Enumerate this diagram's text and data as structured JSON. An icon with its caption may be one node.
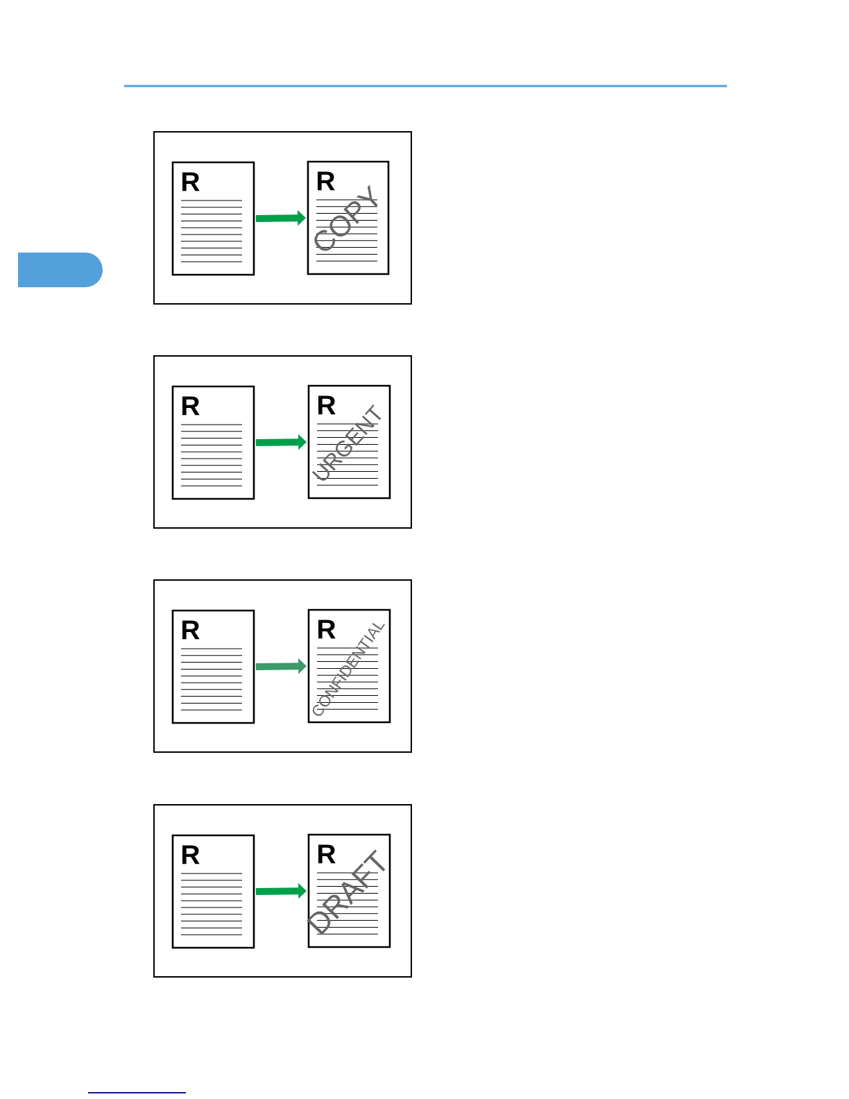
{
  "diagram": {
    "nodes": [
      {
        "text": [],
        "shape": "box"
      },
      {
        "text": [
          "R"
        ],
        "in": 0
      },
      {
        "text": [
          "R",
          "COPY"
        ],
        "in": 0
      },
      {
        "text": [],
        "shape": "box"
      },
      {
        "text": [
          "R"
        ],
        "in": 3
      },
      {
        "text": [
          "R",
          "URGENT"
        ],
        "in": 3
      },
      {
        "text": [],
        "shape": "box"
      },
      {
        "text": [
          "R"
        ],
        "in": 6
      },
      {
        "text": [
          "R",
          "CONFIDENTIAL"
        ],
        "in": 6
      },
      {
        "text": [],
        "shape": "box"
      },
      {
        "text": [
          "R"
        ],
        "in": 9
      },
      {
        "text": [
          "R",
          "DRAFT"
        ],
        "in": 9
      }
    ],
    "edges": [
      {
        "from": 1,
        "to": 2,
        "arrow": "to"
      },
      {
        "from": 4,
        "to": 5,
        "arrow": "to"
      },
      {
        "from": 7,
        "to": 8,
        "arrow": "to",
        "color": "#3d9a6a"
      },
      {
        "from": 10,
        "to": 11,
        "arrow": "to"
      }
    ]
  }
}
